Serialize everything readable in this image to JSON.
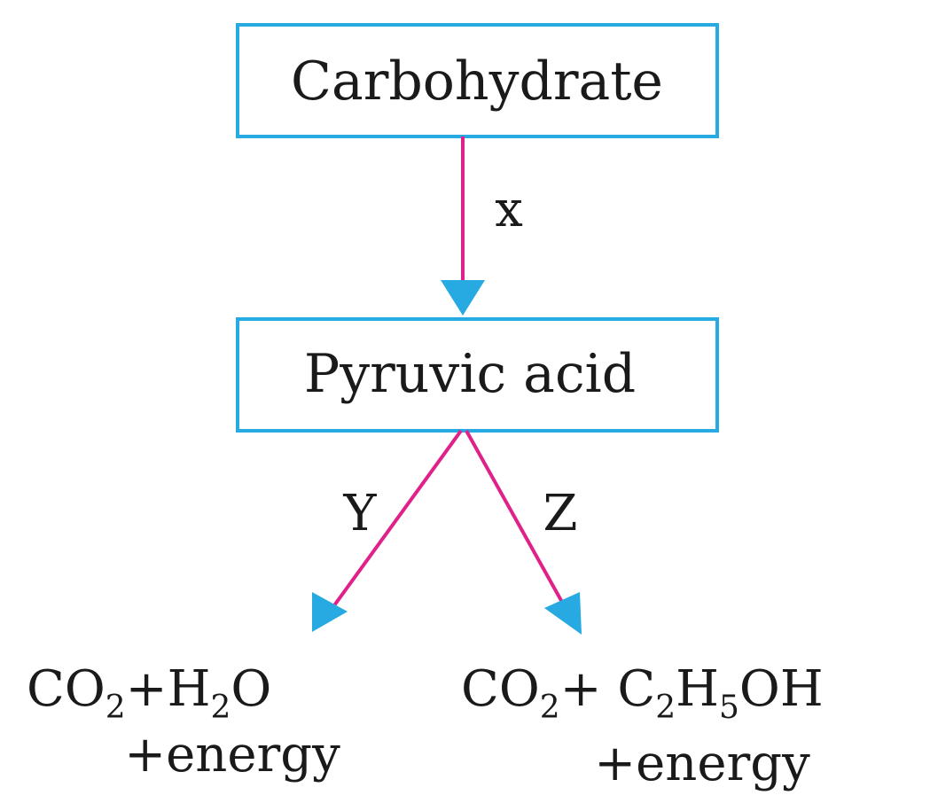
{
  "nodes": {
    "carbohydrate": "Carbohydrate",
    "pyruvic_acid": "Pyruvic acid"
  },
  "edges": {
    "x": "x",
    "y": "Y",
    "z": "Z"
  },
  "products": {
    "left": {
      "co": "CO",
      "co_sub": "2",
      "plus_h": "+H",
      "h_sub": "2",
      "o": "O",
      "energy": "+energy"
    },
    "right": {
      "co": "CO",
      "co_sub": "2",
      "plus_c": "+ C",
      "c_sub": "2",
      "h": "H",
      "h_sub": "5",
      "oh": "OH",
      "energy": "+energy"
    }
  },
  "colors": {
    "box_border": "#27a9e1",
    "arrow_line": "#e0218a",
    "arrow_head": "#27a9e1"
  }
}
